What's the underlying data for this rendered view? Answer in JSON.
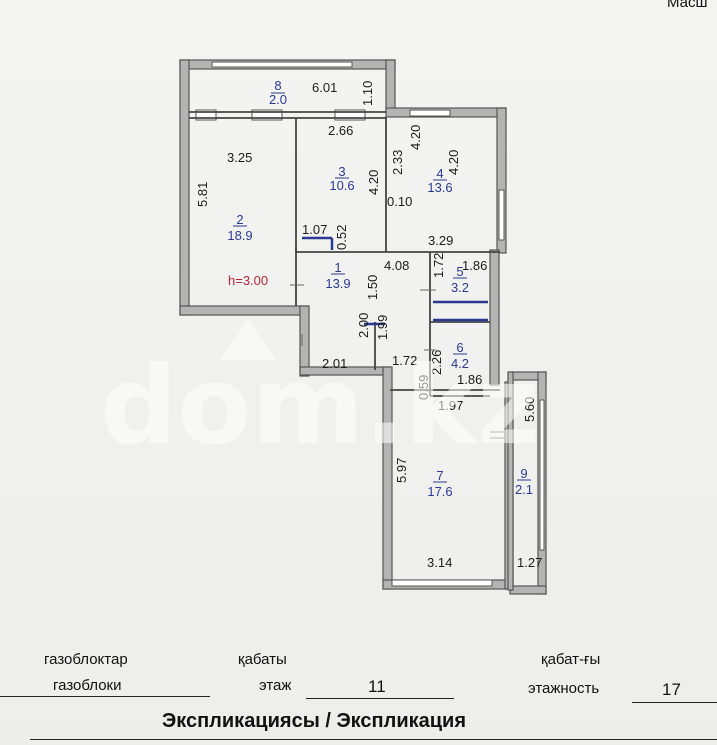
{
  "corner_text": "Масш",
  "watermark": "dom.kz",
  "rooms": [
    {
      "number": "8",
      "area": "2.0"
    },
    {
      "number": "3",
      "area": "10.6"
    },
    {
      "number": "4",
      "area": "13.6"
    },
    {
      "number": "2",
      "area": "18.9"
    },
    {
      "number": "1",
      "area": "13.9"
    },
    {
      "number": "5",
      "area": "3.2"
    },
    {
      "number": "6",
      "area": "4.2"
    },
    {
      "number": "7",
      "area": "17.6"
    },
    {
      "number": "9",
      "area": "2.1"
    }
  ],
  "dimensions": [
    "6.01",
    "1.10",
    "2.66",
    "4.20",
    "3.25",
    "2.33",
    "4.20",
    "4.20",
    "0.10",
    "5.81",
    "1.07",
    "0.52",
    "3.29",
    "4.08",
    "1.72",
    "1.86",
    "h=3.00",
    "1.50",
    "2.00",
    "1.99",
    "2.26",
    "2.01",
    "1.72",
    "0.59",
    "1.86",
    "1.97",
    "5.60",
    "5.97",
    "3.14",
    "1.27"
  ],
  "form": {
    "material_kz": "газоблоктар",
    "material_ru": "газоблоки",
    "floor_label_kz": "қабаты",
    "floor_label_ru": "этаж",
    "floor_value": "11",
    "storeys_label_kz": "қабат-ғы",
    "storeys_label_ru": "этажность",
    "storeys_value": "17",
    "explication_title": "Экспликациясы / Экспликация"
  }
}
